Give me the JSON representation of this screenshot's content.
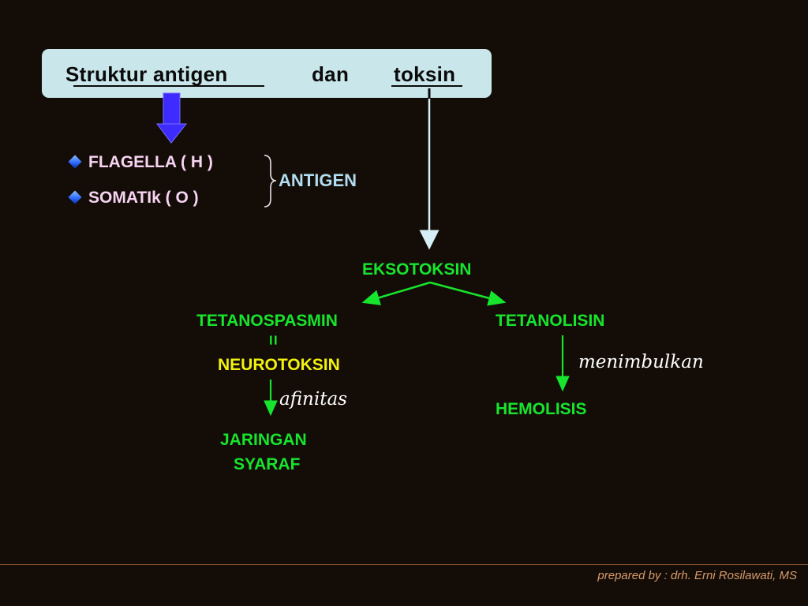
{
  "title": {
    "word1": "Struktur antigen",
    "word2": "dan",
    "word3": "toksin"
  },
  "antigens": {
    "items": [
      {
        "label": "FLAGELLA  ( H )"
      },
      {
        "label": "SOMATIk  ( O )"
      }
    ],
    "group_label": "ANTIGEN"
  },
  "toxin": {
    "root": "EKSOTOKSIN",
    "left_branch": "TETANOSPASMIN",
    "equals": "=",
    "left_alias": "NEUROTOKSIN",
    "left_relation": "afinitas",
    "left_target_line1": "JARINGAN",
    "left_target_line2": "SYARAF",
    "right_branch": "TETANOLISIN",
    "right_relation": "menimbulkan",
    "right_target": "HEMOLISIS"
  },
  "footer": "prepared  by  : drh. Erni Rosilawati, MS",
  "colors": {
    "background": "#140d07",
    "title_box": "#c9e6ea",
    "green": "#17e52d",
    "yellow": "#f2f20f",
    "pink": "#f7d4f2",
    "arrow_blue": "#3d2bff"
  }
}
